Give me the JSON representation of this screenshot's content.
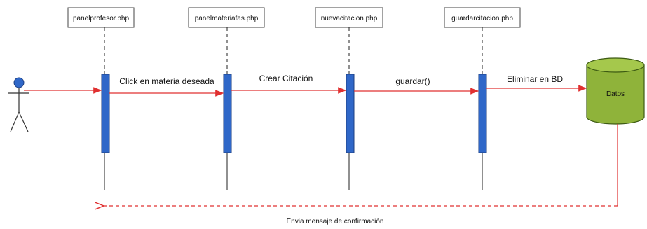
{
  "lifelines": [
    {
      "name": "panelprofesor.php"
    },
    {
      "name": "panelmateriafas.php"
    },
    {
      "name": "nuevacitacion.php"
    },
    {
      "name": "guardarcitacion.php"
    }
  ],
  "messages": [
    {
      "label": "Click en materia deseada"
    },
    {
      "label": "Crear Citación"
    },
    {
      "label": "guardar()"
    },
    {
      "label": "Eliminar en BD"
    }
  ],
  "database": {
    "label": "Datos",
    "color": "#8fb33a"
  },
  "return_message": {
    "label": "Envia mensaje de confirmación"
  },
  "colors": {
    "arrow": "#e03030",
    "activation": "#2f67c8",
    "lifeline": "#222222"
  }
}
